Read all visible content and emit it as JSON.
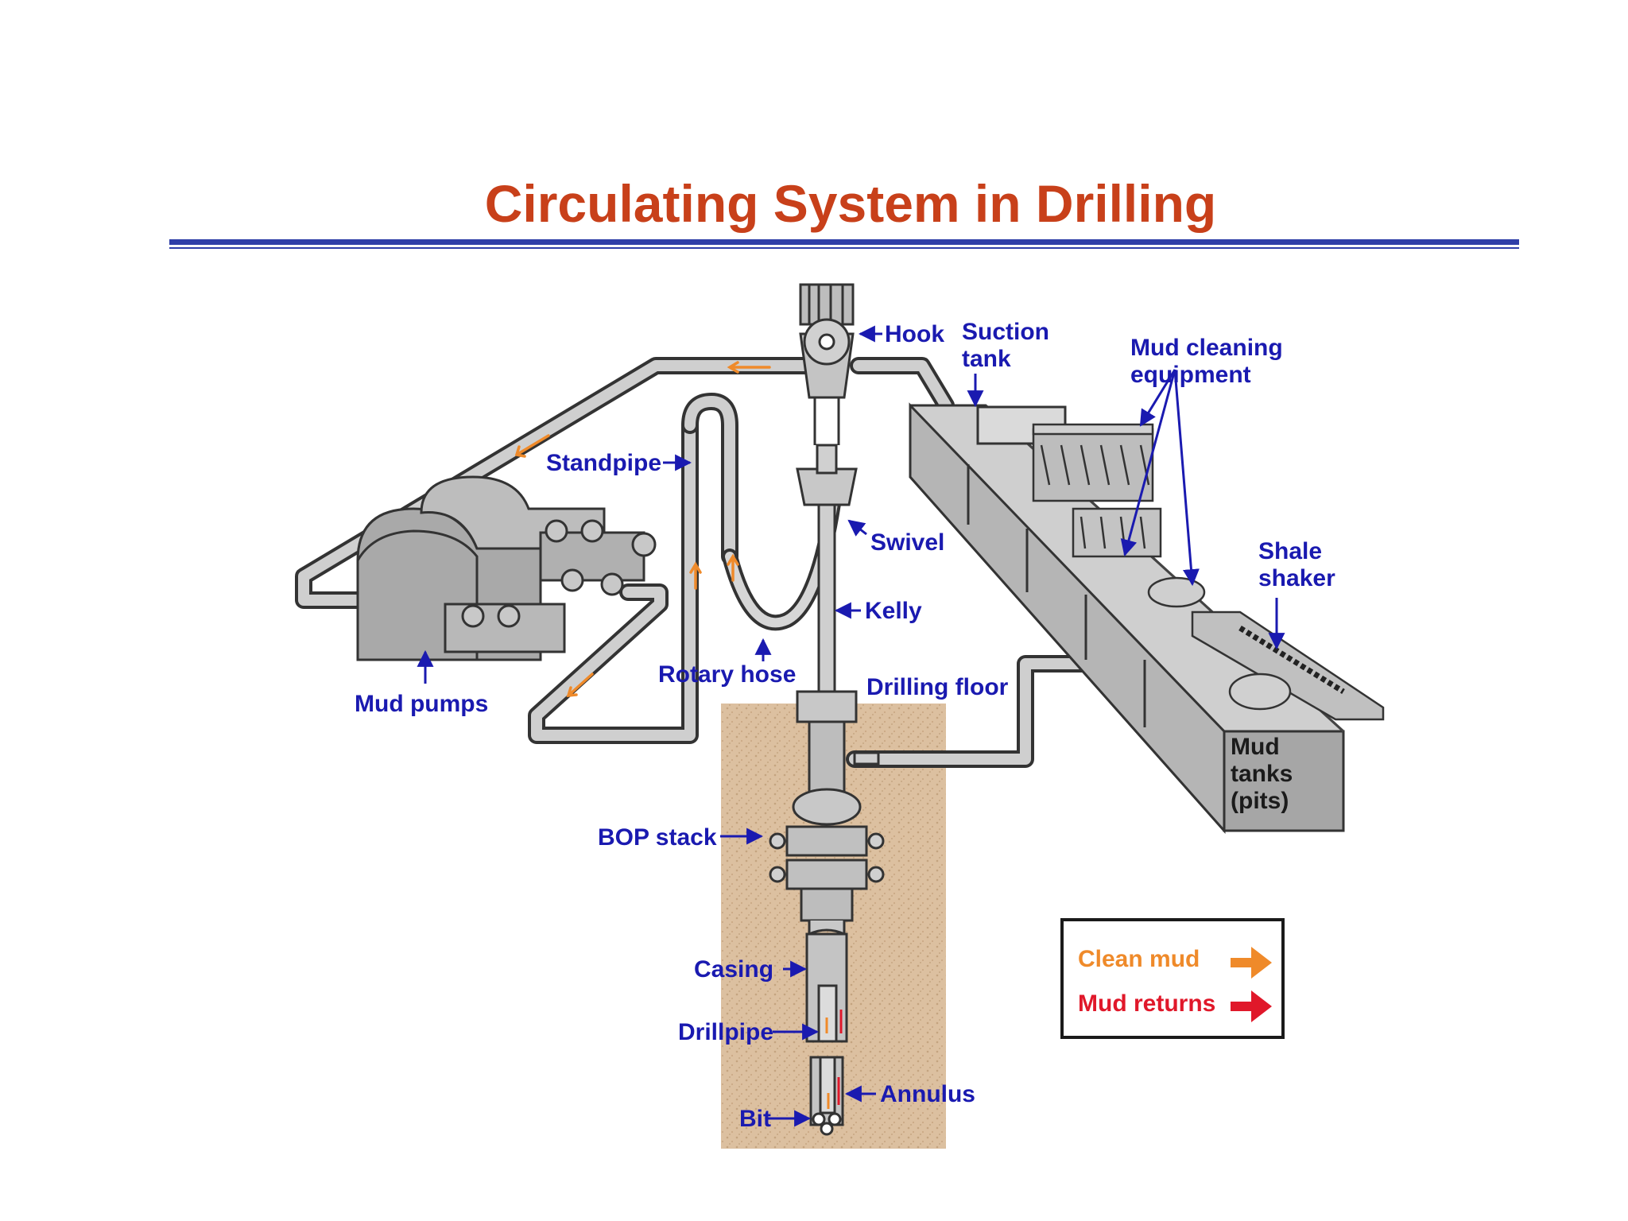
{
  "title": "Circulating System in Drilling",
  "colors": {
    "title": "#c8401a",
    "rule": "#2f3fa8",
    "label": "#1a1ab0",
    "clean_mud": "#ef8a2a",
    "mud_returns": "#e0182a",
    "earth": "#dcc0a0"
  },
  "labels": {
    "hook": "Hook",
    "suction_tank_1": "Suction",
    "suction_tank_2": "tank",
    "mud_cleaning_1": "Mud cleaning",
    "mud_cleaning_2": "equipment",
    "standpipe": "Standpipe",
    "swivel": "Swivel",
    "shale_shaker_1": "Shale",
    "shale_shaker_2": "shaker",
    "kelly": "Kelly",
    "rotary_hose": "Rotary hose",
    "drilling_floor": "Drilling floor",
    "mud_pumps": "Mud pumps",
    "mud_tanks_1": "Mud",
    "mud_tanks_2": "tanks",
    "mud_tanks_3": "(pits)",
    "bop_stack": "BOP stack",
    "casing": "Casing",
    "drillpipe": "Drillpipe",
    "annulus": "Annulus",
    "bit": "Bit"
  },
  "legend": {
    "clean_mud": "Clean mud",
    "mud_returns": "Mud returns"
  }
}
